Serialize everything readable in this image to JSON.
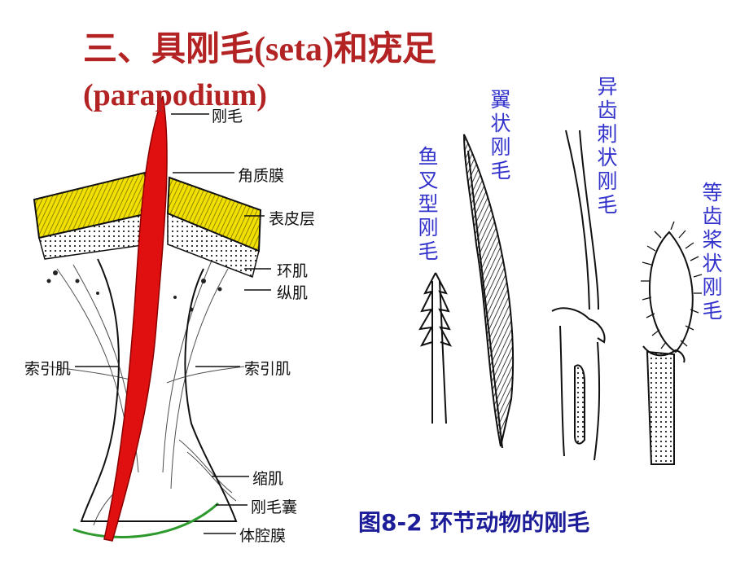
{
  "slide": {
    "title_line1": "三、具刚毛(seta)和疣足",
    "title_line2": "(parapodium)"
  },
  "parapodium_labels": {
    "seta": "刚毛",
    "cuticle": "角质膜",
    "epidermis": "表皮层",
    "circular_muscle": "环肌",
    "longitudinal_muscle": "纵肌",
    "retractor_left": "索引肌",
    "retractor_right": "索引肌",
    "contractor": "缩肌",
    "setal_sac": "刚毛囊",
    "coelom_membrane": "体腔膜"
  },
  "setae_types": [
    {
      "label": "鱼叉型刚毛"
    },
    {
      "label": "翼状刚毛"
    },
    {
      "label": "异齿刺状刚毛"
    },
    {
      "label": "等齿桨状刚毛"
    }
  ],
  "caption": "图8-2   环节动物的刚毛",
  "colors": {
    "title": "#b32323",
    "seta_red": "#e01010",
    "label_blue": "#3333cc",
    "caption_blue": "#1d1d99",
    "cuticle_yellow": "#f2e000"
  }
}
